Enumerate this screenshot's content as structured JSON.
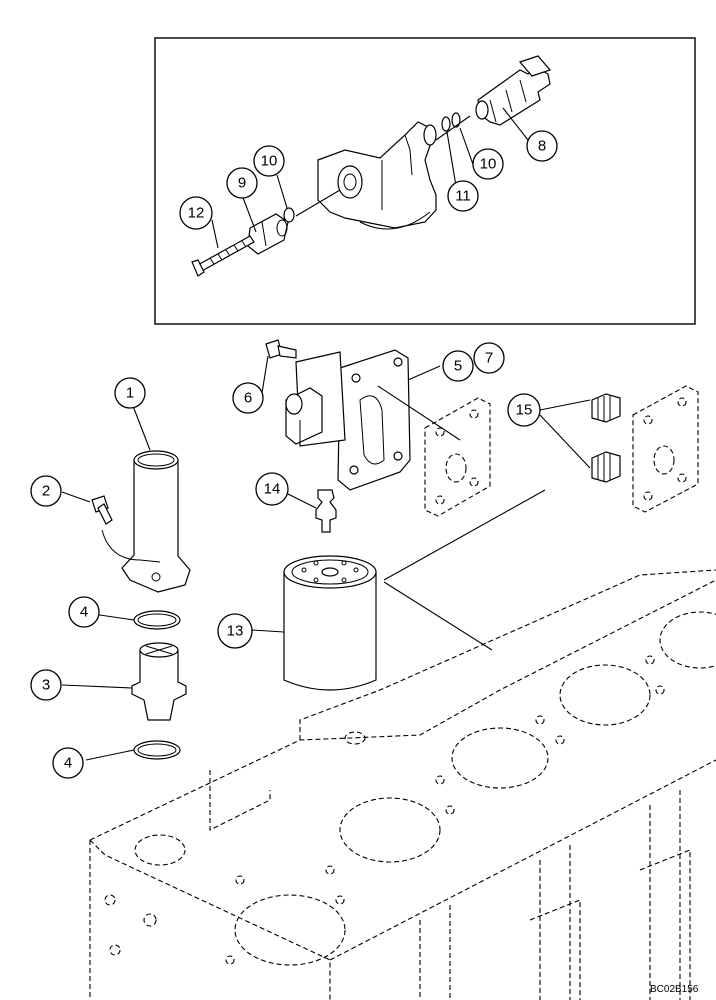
{
  "callouts": {
    "c1": "1",
    "c2": "2",
    "c3": "3",
    "c4a": "4",
    "c4b": "4",
    "c5": "5",
    "c6": "6",
    "c7": "7",
    "c8": "8",
    "c9": "9",
    "c10a": "10",
    "c10b": "10",
    "c11": "11",
    "c12": "12",
    "c13": "13",
    "c14": "14",
    "c15": "15"
  },
  "reference_code": "BC02B156"
}
